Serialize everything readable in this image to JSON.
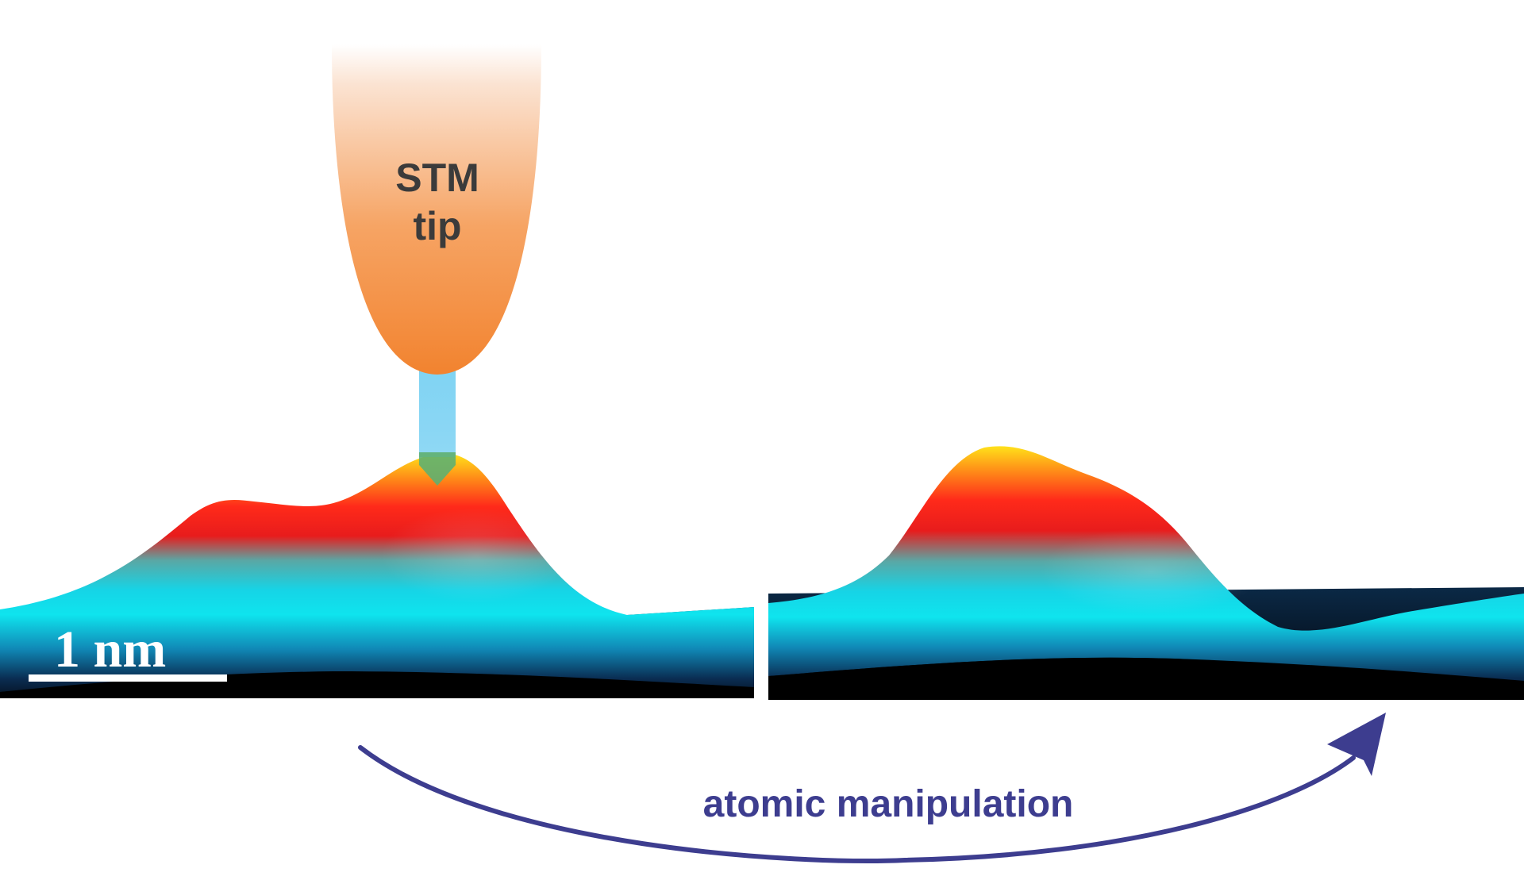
{
  "tip": {
    "line1": "STM",
    "line2": "tip"
  },
  "scale_bar": {
    "label": "1 nm"
  },
  "arrow": {
    "label": "atomic manipulation"
  },
  "colors": {
    "tip_top": "#fbe6d6",
    "tip_bottom": "#f28a3a",
    "beam": "#7fd3f3",
    "arrow": "#3d3d8f",
    "surface_dark": "#000000",
    "surface_deep": "#08203a",
    "cyan": "#11e8ee",
    "red": "#ff2a1a",
    "orange": "#ff7a14",
    "yellow": "#ffe81a"
  }
}
